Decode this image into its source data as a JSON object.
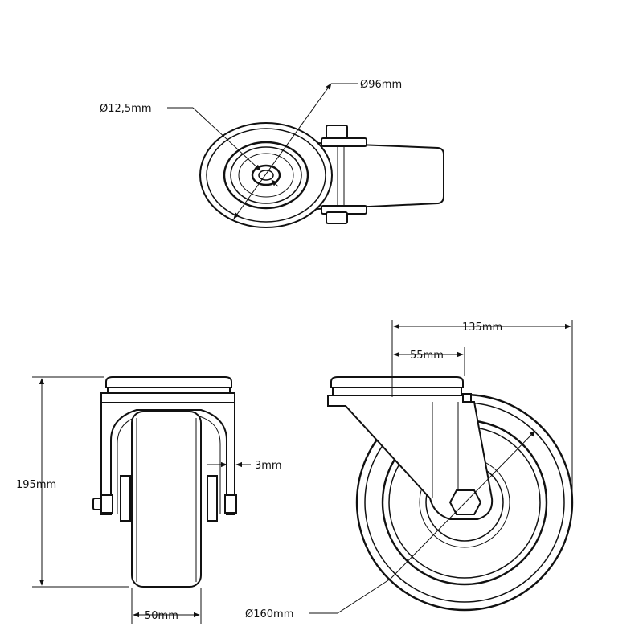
{
  "dimensions": {
    "axle_diameter": "12,5mm",
    "wheel_diameter_top": "96mm",
    "overall_height": "195mm",
    "wheel_width": "50mm",
    "bracket_thickness": "3mm",
    "offset_length": "135mm",
    "swivel_offset": "55mm",
    "wheel_diameter_side": "160mm"
  },
  "symbols": {
    "diameter": "Ø"
  },
  "colors": {
    "line": "#111111",
    "background": "#ffffff"
  }
}
